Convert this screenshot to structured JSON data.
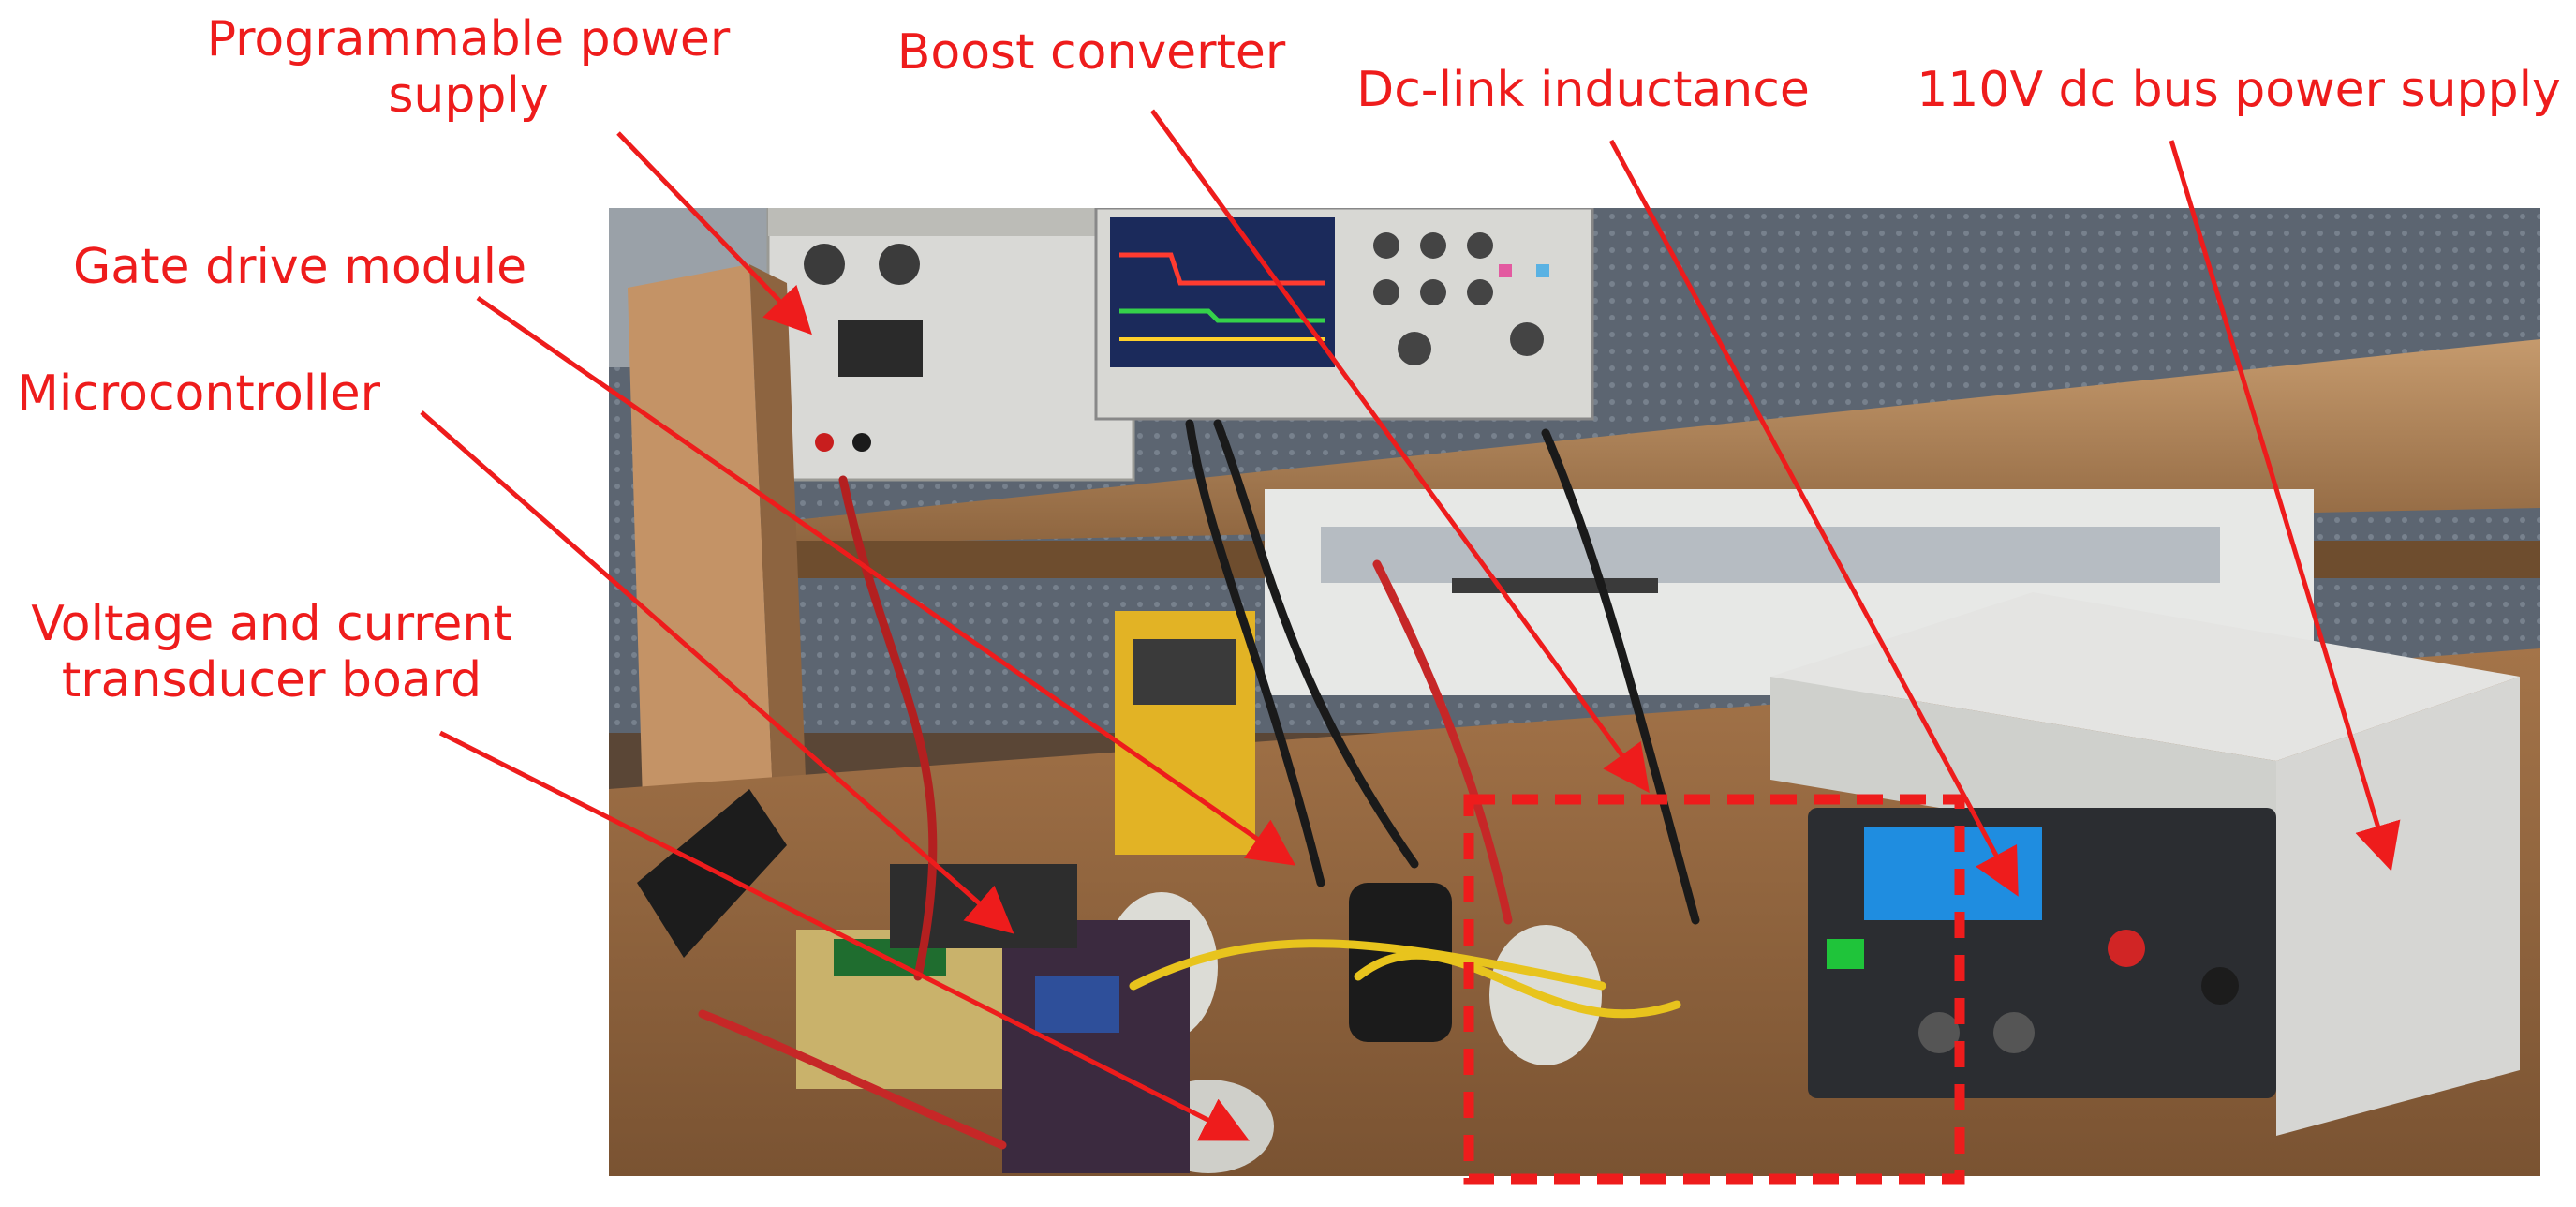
{
  "labels": {
    "programmable_power_supply": "Programmable power\nsupply",
    "boost_converter": "Boost converter",
    "dc_link_inductance": "Dc-link inductance",
    "bus_power_supply": "110V dc bus power supply",
    "gate_drive_module": "Gate drive module",
    "microcontroller": "Microcontroller",
    "transducer_board": "Voltage and current\ntransducer board"
  },
  "colors": {
    "annotation": "#ee1c1c"
  }
}
